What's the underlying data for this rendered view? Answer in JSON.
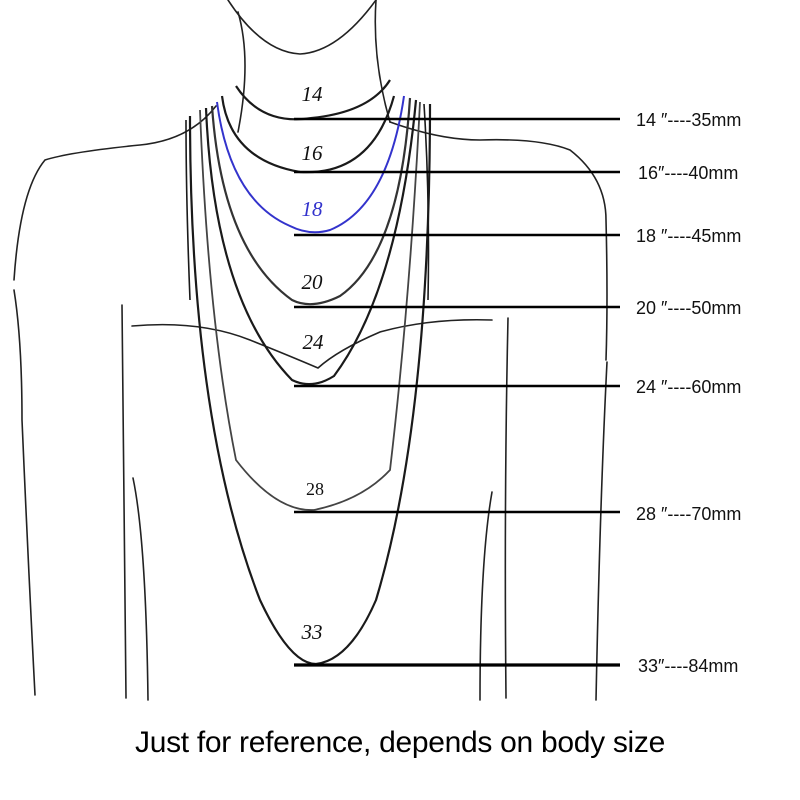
{
  "colors": {
    "line": "#1a1a1a",
    "highlight": "#3333cc",
    "background": "#ffffff"
  },
  "chains": [
    {
      "number": "14",
      "label": "14 ″----35mm",
      "highlighted": false
    },
    {
      "number": "16",
      "label": "16″----40mm",
      "highlighted": false
    },
    {
      "number": "18",
      "label": "18 ″----45mm",
      "highlighted": true
    },
    {
      "number": "20",
      "label": "20 ″----50mm",
      "highlighted": false
    },
    {
      "number": "24",
      "label": "24 ″----60mm",
      "highlighted": false
    },
    {
      "number": "28",
      "label": "28 ″----70mm",
      "highlighted": false
    },
    {
      "number": "33",
      "label": "33″----84mm",
      "highlighted": false
    }
  ],
  "caption": "Just for reference, depends on body size"
}
